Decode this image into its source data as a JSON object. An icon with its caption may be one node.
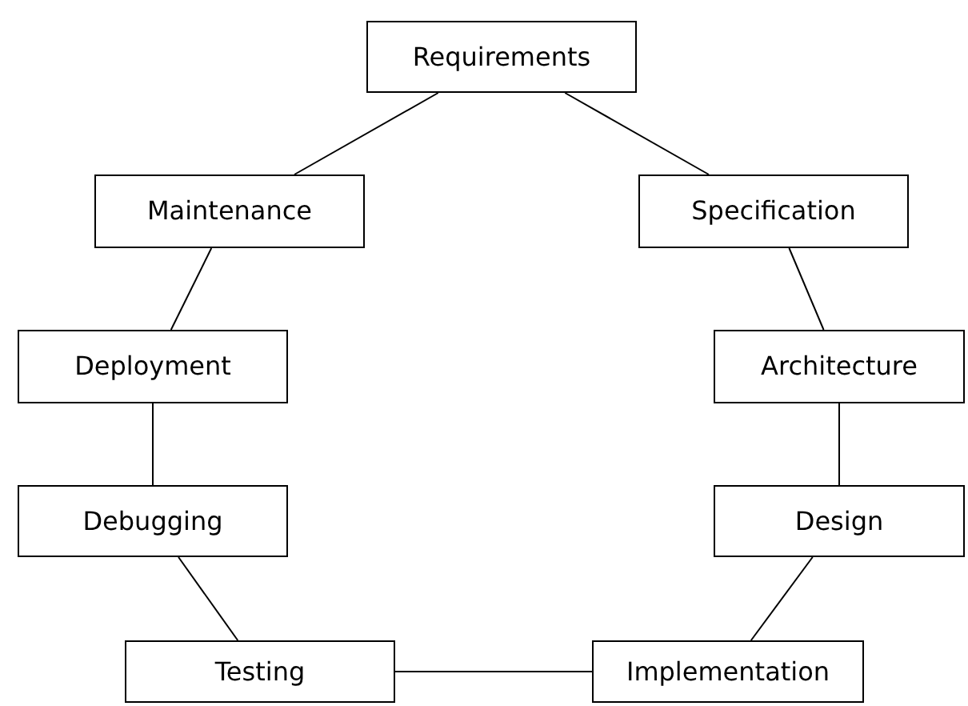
{
  "diagram": {
    "nodes": [
      {
        "text": [
          "Requirements"
        ]
      },
      {
        "text": [
          "Specification"
        ]
      },
      {
        "text": [
          "Architecture"
        ]
      },
      {
        "text": [
          "Design"
        ]
      },
      {
        "text": [
          "Implementation"
        ]
      },
      {
        "text": [
          "Testing"
        ]
      },
      {
        "text": [
          "Debugging"
        ]
      },
      {
        "text": [
          "Deployment"
        ]
      },
      {
        "text": [
          "Maintenance"
        ]
      }
    ],
    "edges": [
      {
        "from": 0,
        "to": 1,
        "arrow": "none"
      },
      {
        "from": 1,
        "to": 2,
        "arrow": "none"
      },
      {
        "from": 2,
        "to": 3,
        "arrow": "none"
      },
      {
        "from": 3,
        "to": 4,
        "arrow": "none"
      },
      {
        "from": 4,
        "to": 5,
        "arrow": "none"
      },
      {
        "from": 5,
        "to": 6,
        "arrow": "none"
      },
      {
        "from": 6,
        "to": 7,
        "arrow": "none"
      },
      {
        "from": 7,
        "to": 8,
        "arrow": "none"
      },
      {
        "from": 8,
        "to": 0,
        "arrow": "none"
      }
    ]
  }
}
